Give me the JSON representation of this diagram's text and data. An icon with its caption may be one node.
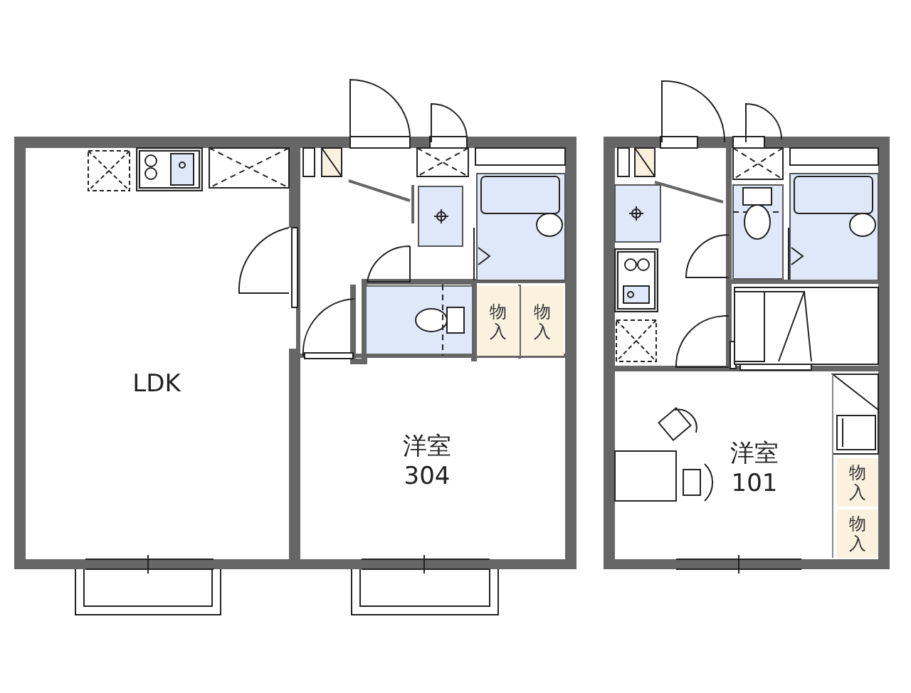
{
  "diagram": {
    "nodes": [
      {
        "text": [
          "LDK"
        ]
      },
      {
        "text": [
          "洋室",
          "304"
        ]
      },
      {
        "text": [
          "物入"
        ]
      },
      {
        "text": [
          "物入"
        ]
      },
      {
        "text": [
          "洋室",
          "101"
        ]
      },
      {
        "text": [
          "物入"
        ]
      },
      {
        "text": [
          "物入"
        ]
      }
    ]
  }
}
